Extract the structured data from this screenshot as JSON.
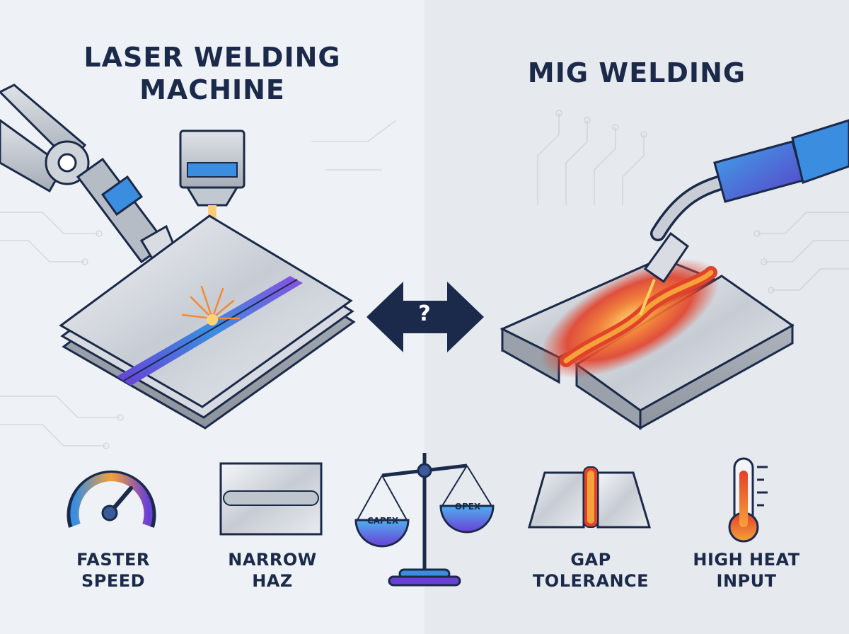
{
  "titles": {
    "left": "LASER WELDING MACHINE",
    "right": "MIG WELDING"
  },
  "comparison": {
    "symbol": "?"
  },
  "features": [
    {
      "label": "FASTER SPEED",
      "icon": "speedometer-icon"
    },
    {
      "label": "NARROW HAZ",
      "icon": "weld-bead-icon"
    },
    {
      "label": "",
      "icon": "balance-scale-icon",
      "left_pan": "CAPEX",
      "right_pan": "OPEX"
    },
    {
      "label": "GAP TOLERANCE",
      "icon": "gap-joint-icon"
    },
    {
      "label": "HIGH HEAT INPUT",
      "icon": "thermometer-icon"
    }
  ],
  "colors": {
    "navy": "#1b2a4a",
    "laser_orange": "#f28a2e",
    "heat_red": "#e2412b",
    "blue_accent": "#3b8de0",
    "purple_accent": "#6a3fd6",
    "steel": "#c9ced6"
  }
}
